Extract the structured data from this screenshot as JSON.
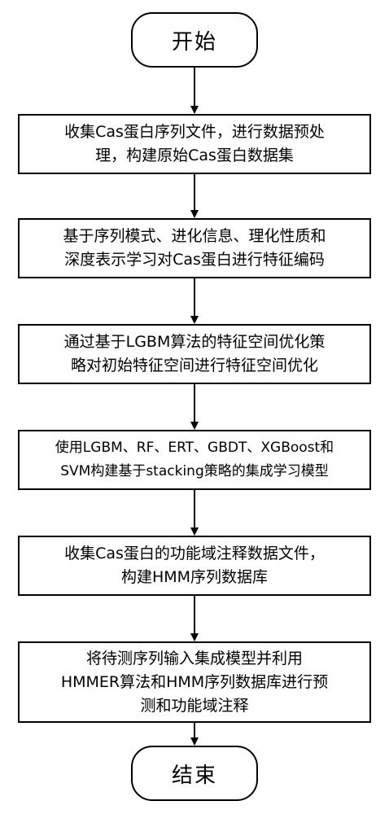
{
  "flowchart": {
    "start_label": "开始",
    "end_label": "结束",
    "steps": [
      {
        "lines": [
          "收集Cas蛋白序列文件，进行数据预处",
          "理，构建原始Cas蛋白数据集"
        ]
      },
      {
        "lines": [
          "基于序列模式、进化信息、理化性质和",
          "深度表示学习对Cas蛋白进行特征编码"
        ]
      },
      {
        "lines": [
          "通过基于LGBM算法的特征空间优化策",
          "略对初始特征空间进行特征空间优化"
        ]
      },
      {
        "lines": [
          "使用LGBM、RF、ERT、GBDT、XGBoost和",
          "SVM构建基于stacking策略的集成学习模型"
        ]
      },
      {
        "lines": [
          "收集Cas蛋白的功能域注释数据文件，",
          "构建HMM序列数据库"
        ]
      },
      {
        "lines": [
          "将待测序列输入集成模型并利用",
          "HMMER算法和HMM序列数据库进行预",
          "测和功能域注释"
        ]
      }
    ]
  }
}
